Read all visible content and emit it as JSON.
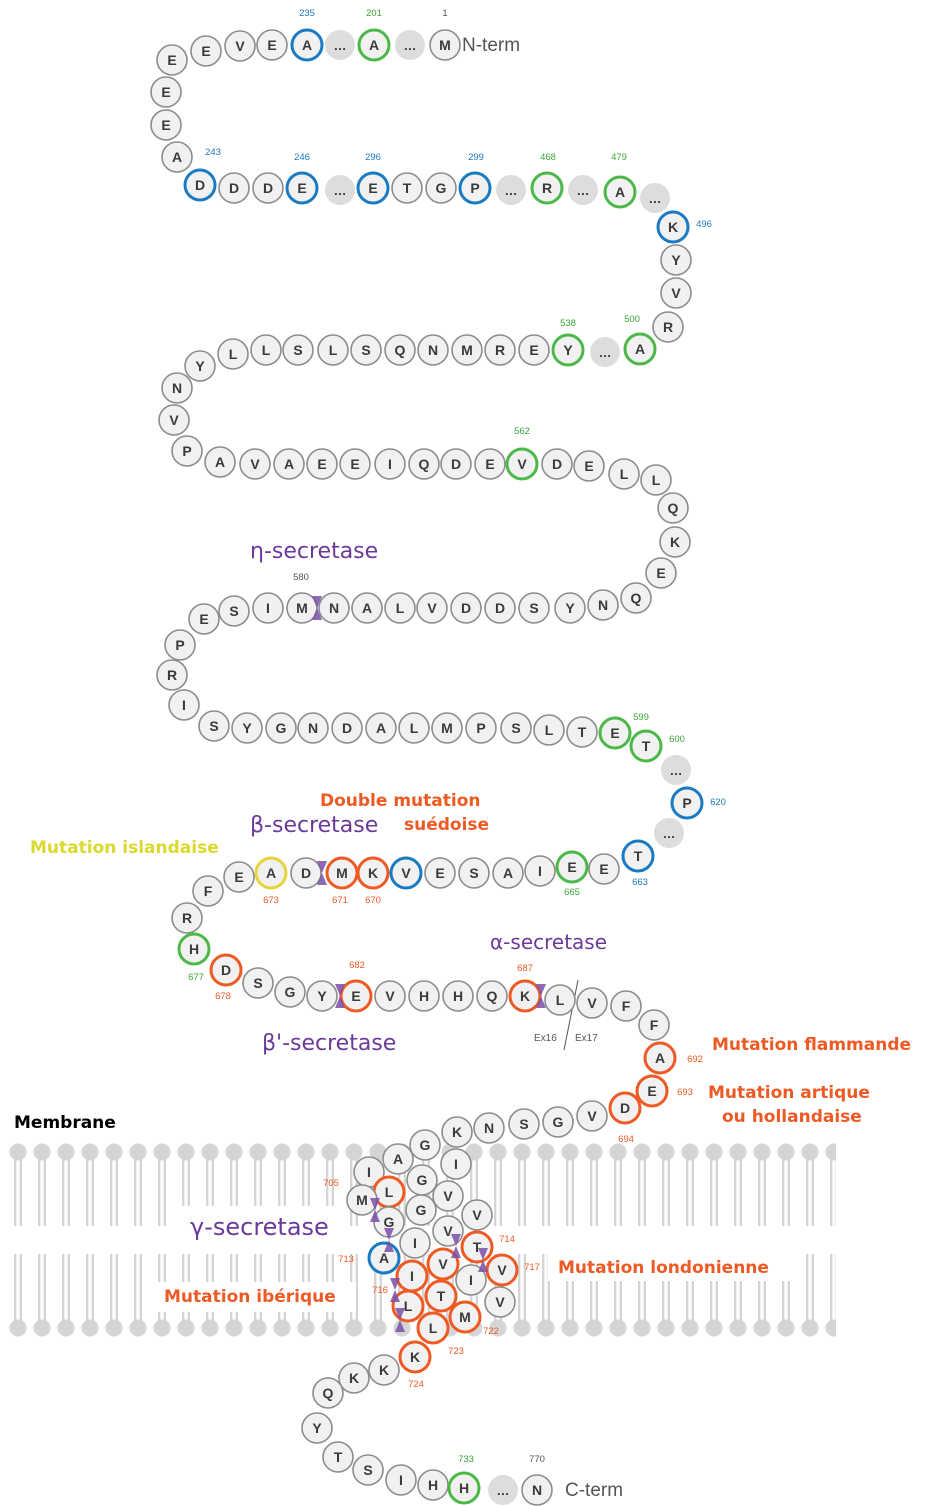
{
  "terminals": {
    "n": "N-term",
    "c": "C-term"
  },
  "membrane_label": "Membrane",
  "exons": {
    "left": "Ex16",
    "right": "Ex17"
  },
  "enzymes": [
    {
      "label": "η-secretase"
    },
    {
      "label": "β-secretase"
    },
    {
      "label": "α-secretase"
    },
    {
      "label": "β'-secretase"
    },
    {
      "label": "γ-secretase"
    }
  ],
  "mutations": [
    {
      "label": "Mutation islandaise",
      "color": "#d9d92e"
    },
    {
      "label": "Double mutation",
      "color": "#ee5a24"
    },
    {
      "label": "suédoise",
      "color": "#ee5a24"
    },
    {
      "label": "Mutation flammande",
      "color": "#ee5a24"
    },
    {
      "label": "Mutation artique",
      "color": "#ee5a24"
    },
    {
      "label": "ou hollandaise",
      "color": "#ee5a24"
    },
    {
      "label": "Mutation londonienne",
      "color": "#ee5a24"
    },
    {
      "label": "Mutation ibérique",
      "color": "#ee5a24"
    }
  ],
  "ellipsis": "…",
  "colors": {
    "blue": "#1a7ac2",
    "green": "#4cb848",
    "orange": "#ee5a24",
    "yellow": "#e6d43a",
    "enzyme": "#6a3a9a"
  },
  "residues": [
    {
      "aa": "M",
      "ring": "grey",
      "num": "1"
    },
    {
      "aa": "…"
    },
    {
      "aa": "A",
      "ring": "green",
      "num": "201"
    },
    {
      "aa": "…"
    },
    {
      "aa": "A",
      "ring": "blue",
      "num": "235"
    },
    {
      "aa": "E"
    },
    {
      "aa": "V"
    },
    {
      "aa": "E"
    },
    {
      "aa": "E"
    },
    {
      "aa": "E"
    },
    {
      "aa": "E"
    },
    {
      "aa": "A"
    },
    {
      "aa": "D",
      "ring": "blue",
      "num": "243"
    },
    {
      "aa": "D"
    },
    {
      "aa": "D"
    },
    {
      "aa": "E",
      "ring": "blue",
      "num": "246"
    },
    {
      "aa": "…"
    },
    {
      "aa": "E",
      "ring": "blue",
      "num": "296"
    },
    {
      "aa": "T"
    },
    {
      "aa": "G"
    },
    {
      "aa": "P",
      "ring": "blue",
      "num": "299"
    },
    {
      "aa": "…"
    },
    {
      "aa": "R",
      "ring": "green",
      "num": "468"
    },
    {
      "aa": "…"
    },
    {
      "aa": "A",
      "ring": "green",
      "num": "479"
    },
    {
      "aa": "…"
    },
    {
      "aa": "K",
      "ring": "blue",
      "num": "496"
    },
    {
      "aa": "Y"
    },
    {
      "aa": "V"
    },
    {
      "aa": "R"
    },
    {
      "aa": "A",
      "ring": "green",
      "num": "500"
    },
    {
      "aa": "…"
    },
    {
      "aa": "Y",
      "ring": "green",
      "num": "538"
    },
    {
      "aa": "E"
    },
    {
      "aa": "R"
    },
    {
      "aa": "M"
    },
    {
      "aa": "N"
    },
    {
      "aa": "Q"
    },
    {
      "aa": "S"
    },
    {
      "aa": "L"
    },
    {
      "aa": "S"
    },
    {
      "aa": "L"
    },
    {
      "aa": "L"
    },
    {
      "aa": "Y"
    },
    {
      "aa": "N"
    },
    {
      "aa": "V"
    },
    {
      "aa": "P"
    },
    {
      "aa": "A"
    },
    {
      "aa": "V"
    },
    {
      "aa": "A"
    },
    {
      "aa": "E"
    },
    {
      "aa": "E"
    },
    {
      "aa": "I"
    },
    {
      "aa": "Q"
    },
    {
      "aa": "D"
    },
    {
      "aa": "E"
    },
    {
      "aa": "V",
      "ring": "green",
      "num": "562"
    },
    {
      "aa": "D"
    },
    {
      "aa": "E"
    },
    {
      "aa": "L"
    },
    {
      "aa": "L"
    },
    {
      "aa": "Q"
    },
    {
      "aa": "K"
    },
    {
      "aa": "E"
    },
    {
      "aa": "Q"
    },
    {
      "aa": "N"
    },
    {
      "aa": "Y"
    },
    {
      "aa": "S"
    },
    {
      "aa": "D"
    },
    {
      "aa": "D"
    },
    {
      "aa": "V"
    },
    {
      "aa": "L"
    },
    {
      "aa": "A"
    },
    {
      "aa": "N"
    },
    {
      "aa": "M",
      "num": "580"
    },
    {
      "aa": "I"
    },
    {
      "aa": "S"
    },
    {
      "aa": "E"
    },
    {
      "aa": "P"
    },
    {
      "aa": "R"
    },
    {
      "aa": "I"
    },
    {
      "aa": "S"
    },
    {
      "aa": "Y"
    },
    {
      "aa": "G"
    },
    {
      "aa": "N"
    },
    {
      "aa": "D"
    },
    {
      "aa": "A"
    },
    {
      "aa": "L"
    },
    {
      "aa": "M"
    },
    {
      "aa": "P"
    },
    {
      "aa": "S"
    },
    {
      "aa": "L"
    },
    {
      "aa": "T"
    },
    {
      "aa": "E",
      "ring": "green",
      "num": "599"
    },
    {
      "aa": "T",
      "ring": "green",
      "num": "600"
    },
    {
      "aa": "…"
    },
    {
      "aa": "P",
      "ring": "blue",
      "num": "620"
    },
    {
      "aa": "…"
    },
    {
      "aa": "T",
      "ring": "blue",
      "num": "663"
    },
    {
      "aa": "E"
    },
    {
      "aa": "E",
      "ring": "green",
      "num": "665"
    },
    {
      "aa": "I"
    },
    {
      "aa": "A"
    },
    {
      "aa": "S"
    },
    {
      "aa": "E"
    },
    {
      "aa": "V",
      "ring": "blue"
    },
    {
      "aa": "K",
      "ring": "orange",
      "num": "670"
    },
    {
      "aa": "M",
      "ring": "orange",
      "num": "671"
    },
    {
      "aa": "D"
    },
    {
      "aa": "A",
      "ring": "yellow",
      "num": "673"
    },
    {
      "aa": "E"
    },
    {
      "aa": "F"
    },
    {
      "aa": "R"
    },
    {
      "aa": "H",
      "ring": "green",
      "num": "677"
    },
    {
      "aa": "D",
      "ring": "orange",
      "num": "678"
    },
    {
      "aa": "S"
    },
    {
      "aa": "G"
    },
    {
      "aa": "Y"
    },
    {
      "aa": "E",
      "ring": "orange",
      "num": "682"
    },
    {
      "aa": "V"
    },
    {
      "aa": "H"
    },
    {
      "aa": "H"
    },
    {
      "aa": "Q"
    },
    {
      "aa": "K",
      "ring": "orange",
      "num": "687"
    },
    {
      "aa": "L"
    },
    {
      "aa": "V"
    },
    {
      "aa": "F"
    },
    {
      "aa": "F"
    },
    {
      "aa": "A",
      "ring": "orange",
      "num": "692"
    },
    {
      "aa": "E",
      "ring": "orange",
      "num": "693"
    },
    {
      "aa": "D",
      "ring": "orange",
      "num": "694"
    },
    {
      "aa": "V"
    },
    {
      "aa": "G"
    },
    {
      "aa": "S"
    },
    {
      "aa": "N"
    },
    {
      "aa": "K"
    },
    {
      "aa": "G"
    },
    {
      "aa": "A"
    },
    {
      "aa": "I"
    },
    {
      "aa": "I"
    },
    {
      "aa": "G"
    },
    {
      "aa": "L",
      "ring": "orange",
      "num": "705"
    },
    {
      "aa": "M"
    },
    {
      "aa": "V"
    },
    {
      "aa": "G"
    },
    {
      "aa": "G"
    },
    {
      "aa": "V"
    },
    {
      "aa": "V"
    },
    {
      "aa": "I"
    },
    {
      "aa": "A",
      "ring": "blue",
      "num": "713"
    },
    {
      "aa": "T",
      "ring": "orange",
      "num": "714"
    },
    {
      "aa": "V",
      "ring": "orange"
    },
    {
      "aa": "I",
      "ring": "orange",
      "num": "716"
    },
    {
      "aa": "V",
      "ring": "orange",
      "num": "717"
    },
    {
      "aa": "I"
    },
    {
      "aa": "T",
      "ring": "orange"
    },
    {
      "aa": "L",
      "ring": "orange"
    },
    {
      "aa": "V"
    },
    {
      "aa": "M",
      "ring": "orange",
      "num": "722"
    },
    {
      "aa": "L",
      "ring": "orange",
      "num": "723"
    },
    {
      "aa": "K",
      "ring": "orange",
      "num": "724"
    },
    {
      "aa": "K"
    },
    {
      "aa": "K"
    },
    {
      "aa": "Q"
    },
    {
      "aa": "Y"
    },
    {
      "aa": "T"
    },
    {
      "aa": "S"
    },
    {
      "aa": "I"
    },
    {
      "aa": "H"
    },
    {
      "aa": "H",
      "ring": "green",
      "num": "733"
    },
    {
      "aa": "…"
    },
    {
      "aa": "N",
      "num": "770"
    }
  ]
}
